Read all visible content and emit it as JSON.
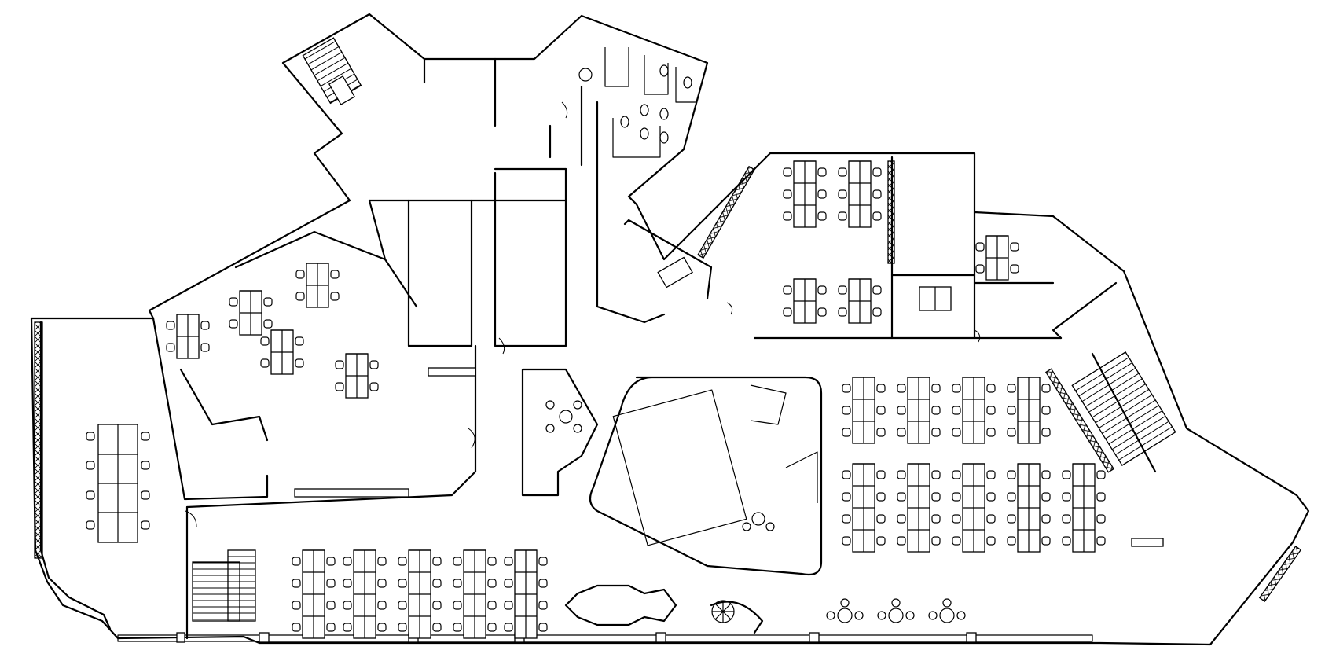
{
  "drawing": {
    "kind": "architectural office floor plan",
    "line_color": "#000000",
    "background": "#ffffff",
    "text_labels": []
  },
  "furniture": {
    "desk_cluster_icon": "workstation-cluster",
    "meeting_table_icon": "meeting-table",
    "round_table_icon": "round-table-with-chairs",
    "stair_icon": "stair-flight",
    "restroom_icon": "restroom-fixtures"
  }
}
